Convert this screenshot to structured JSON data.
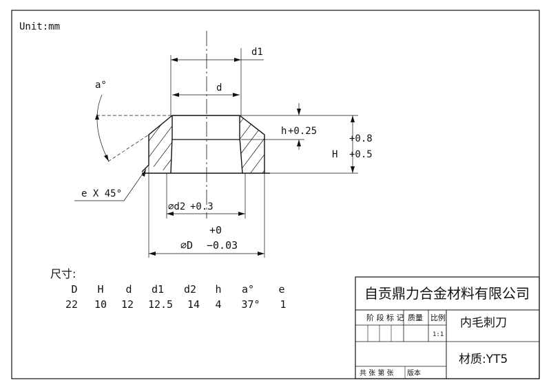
{
  "drawing": {
    "unit_label": "Unit:mm",
    "dims": {
      "d1": "d1",
      "d": "d",
      "angle": "a°",
      "h": "h",
      "h_tol": "+0.25",
      "H": "H",
      "H_tol_upper": "+0.8",
      "H_tol_lower": "+0.5",
      "chamfer": "e X 45°",
      "d2": "∅d2",
      "d2_tol": "+0.3",
      "D": "∅D",
      "D_tol_upper": "+0",
      "D_tol_lower": "−0.03"
    }
  },
  "size_table": {
    "title": "尺寸:",
    "headers": [
      "D",
      "H",
      "d",
      "d1",
      "d2",
      "h",
      "a°",
      "e"
    ],
    "values": [
      "22",
      "10",
      "12",
      "12.5",
      "14",
      "4",
      "37°",
      "1"
    ]
  },
  "title_block": {
    "company": "自贡鼎力合金材料有限公司",
    "stage_label": "阶 段 标 记",
    "weight_label": "质量",
    "scale_label": "比例",
    "scale_value": "1:1",
    "part_name": "内毛刺刀",
    "material": "材质:YT5",
    "sheets_label": "共  张  第  张",
    "version_label": "版本"
  }
}
